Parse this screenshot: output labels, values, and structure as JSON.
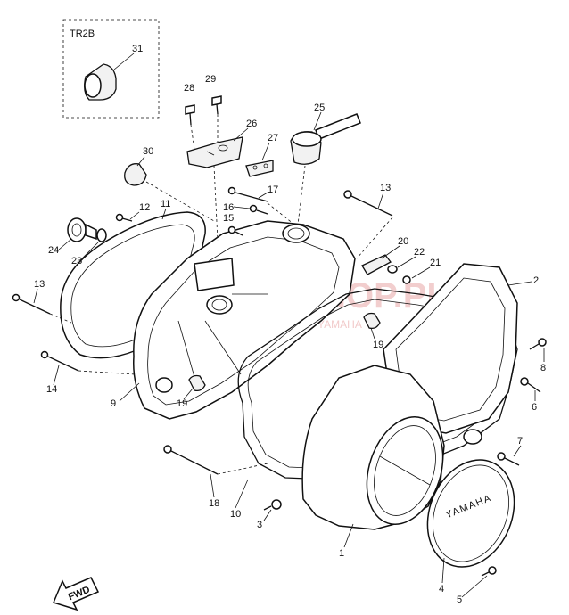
{
  "inset": {
    "label": "TR2B",
    "part": "31"
  },
  "callouts": {
    "c1": "1",
    "c2": "2",
    "c3": "3",
    "c4": "4",
    "c5": "5",
    "c6": "6",
    "c7": "7",
    "c8": "8",
    "c9": "9",
    "c10": "10",
    "c11": "11",
    "c12": "12",
    "c13a": "13",
    "c13b": "13",
    "c14": "14",
    "c15": "15",
    "c16": "16",
    "c17": "17",
    "c18": "18",
    "c19a": "19",
    "c19b": "19",
    "c20": "20",
    "c21": "21",
    "c22": "22",
    "c23": "23",
    "c24": "24",
    "c25": "25",
    "c26": "26",
    "c27": "27",
    "c28": "28",
    "c29": "29",
    "c30": "30"
  },
  "cover_marking": "YAMAHA",
  "fwd_arrow": "FWD",
  "watermark": {
    "main": "YAMA-SHOP.PL",
    "sub": "AUTORYZOWANY DEALER YAMAHA"
  }
}
